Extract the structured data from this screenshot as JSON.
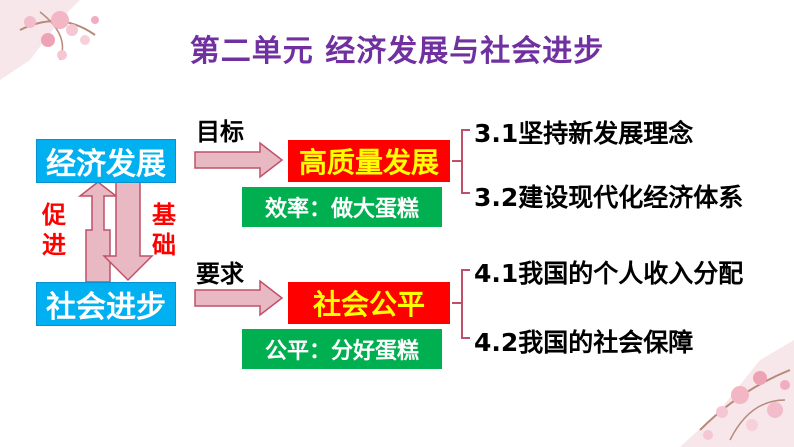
{
  "title": "第二单元  经济发展与社会进步",
  "left": {
    "top_box": "经济发展",
    "bottom_box": "社会进步",
    "left_vertical": "促进",
    "right_vertical": "基础"
  },
  "upper": {
    "arrow_label": "目标",
    "red_box": "高质量发展",
    "green_box": "效率：做大蛋糕",
    "items": [
      "3.1坚持新发展理念",
      "3.2建设现代化经济体系"
    ]
  },
  "lower": {
    "arrow_label": "要求",
    "red_box": "社会公平",
    "green_box": "公平：分好蛋糕",
    "items": [
      "4.1我国的个人收入分配",
      "4.2我国的社会保障"
    ]
  },
  "colors": {
    "title": "#7030a0",
    "blue_box": "#00b0f0",
    "red_box": "#ff0000",
    "red_text": "#ffff00",
    "green_box": "#00b050",
    "arrow_fill": "#e8b9c2",
    "arrow_stroke": "#c0506a",
    "vertical_text": "#ff0000"
  }
}
